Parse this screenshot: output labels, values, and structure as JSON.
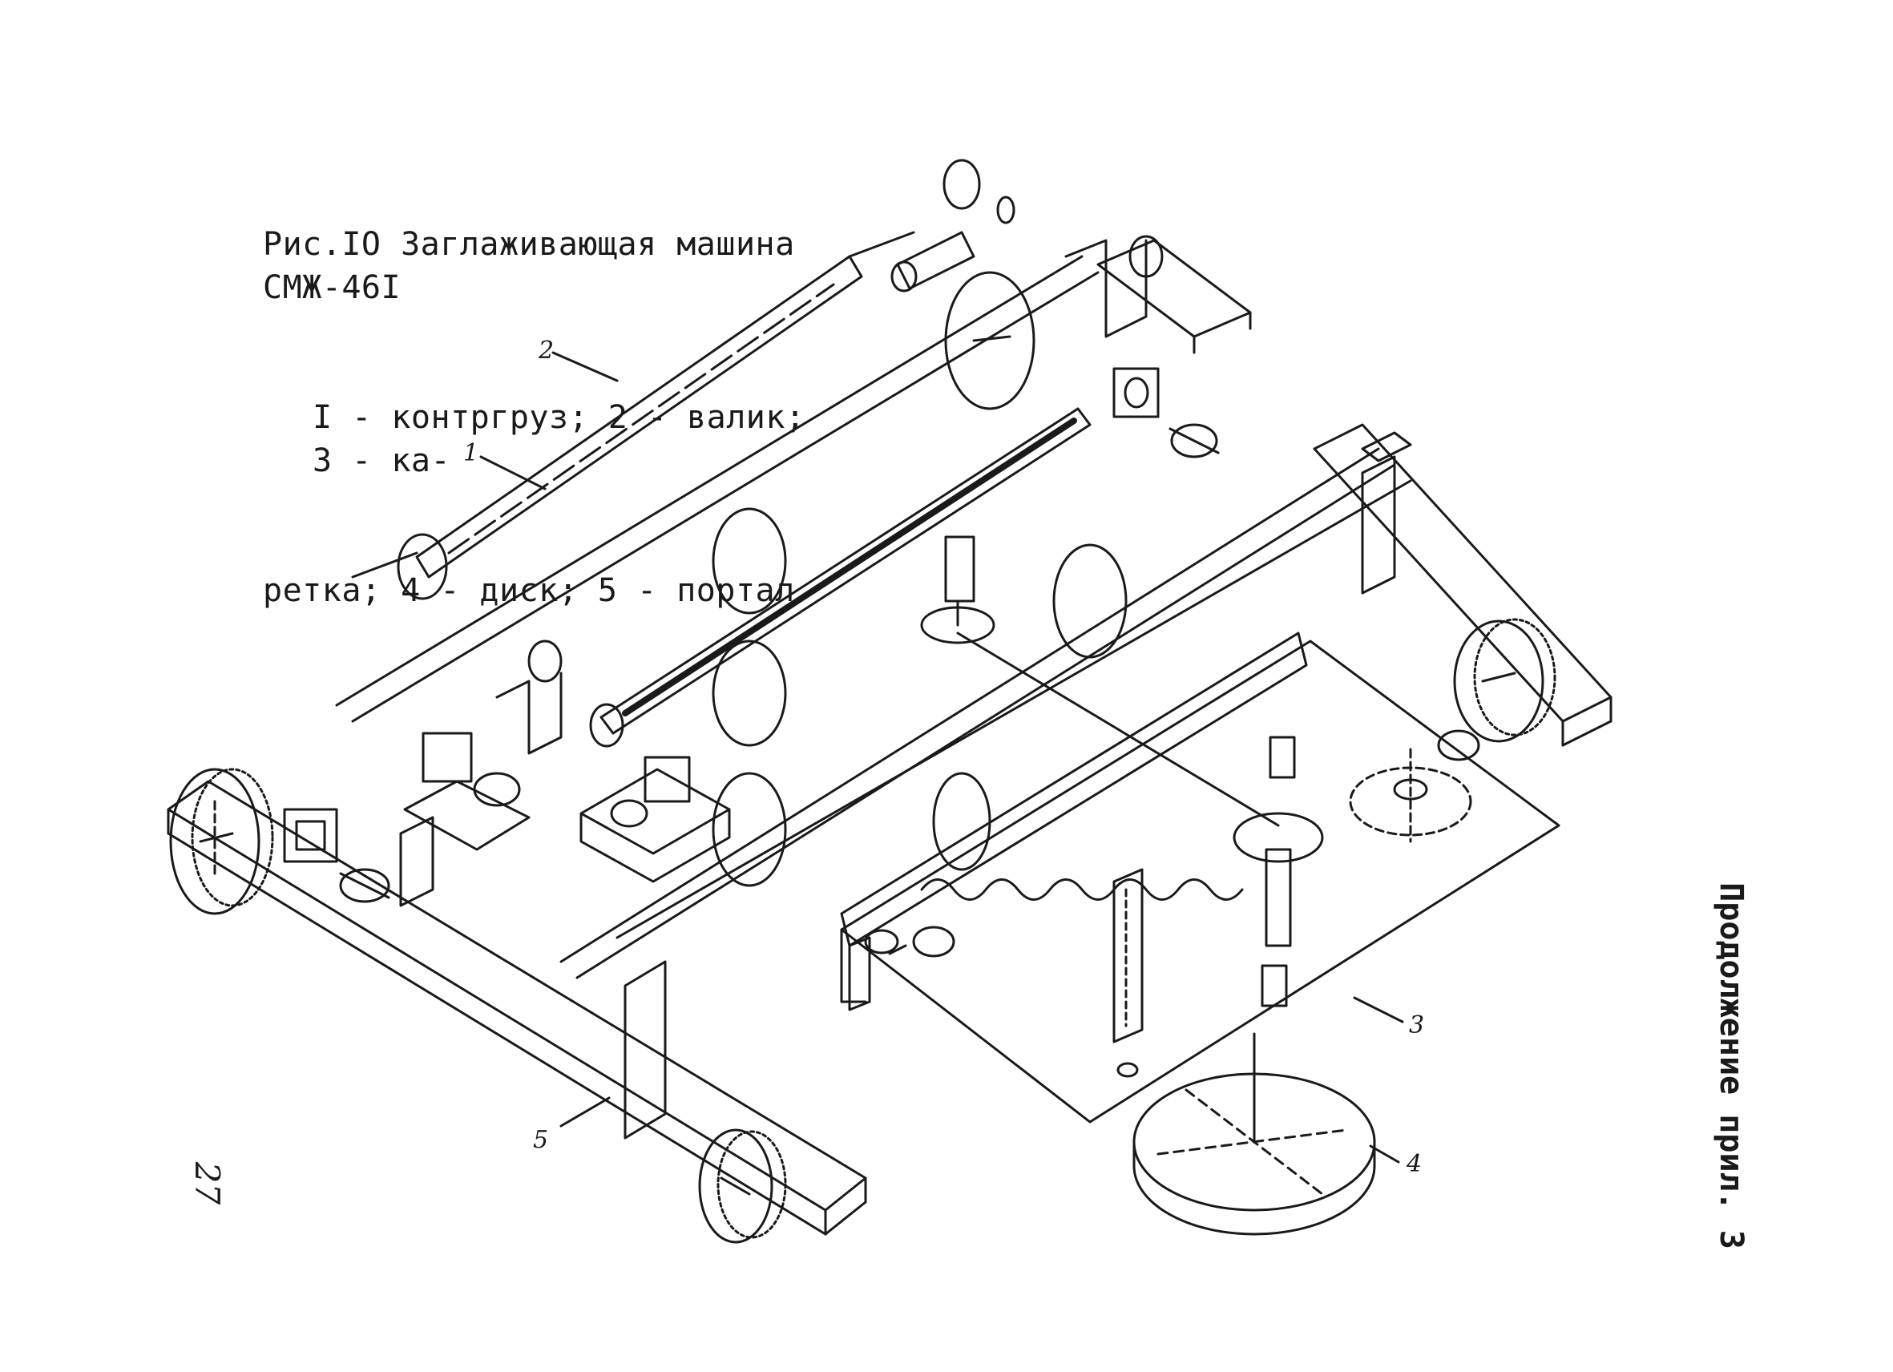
{
  "caption": {
    "title": "Рис.IO Заглаживающая машина СМЖ-46I",
    "legend_line1": "I - контргруз; 2 - валик; 3 - ка-",
    "legend_line2": "ретка; 4 - диск; 5 - портал"
  },
  "part_labels": {
    "counterweight": "1",
    "roller": "2",
    "carriage": "3",
    "disc": "4",
    "portal": "5"
  },
  "page_number": "27",
  "appendix_note": "Продолжение прил. 3",
  "colors": {
    "ink": "#1a1a1a",
    "paper": "#ffffff"
  }
}
